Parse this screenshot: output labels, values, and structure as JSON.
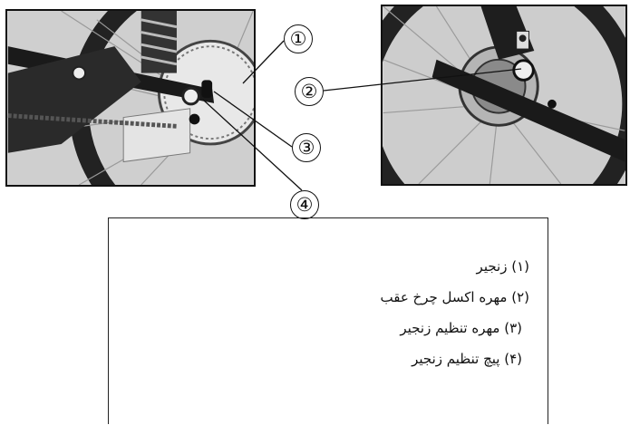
{
  "callouts": [
    "①",
    "②",
    "③",
    "④"
  ],
  "legend": {
    "items": [
      "(۱) زنجیر",
      "(۲) مهره اکسل چرخ عقب",
      "(۳) مهره تنظیم زنجیر",
      "(۴) پیچ تنظیم زنجیر"
    ]
  },
  "colors": {
    "ink": "#111111",
    "photo_bg": "#d9d9d9"
  }
}
